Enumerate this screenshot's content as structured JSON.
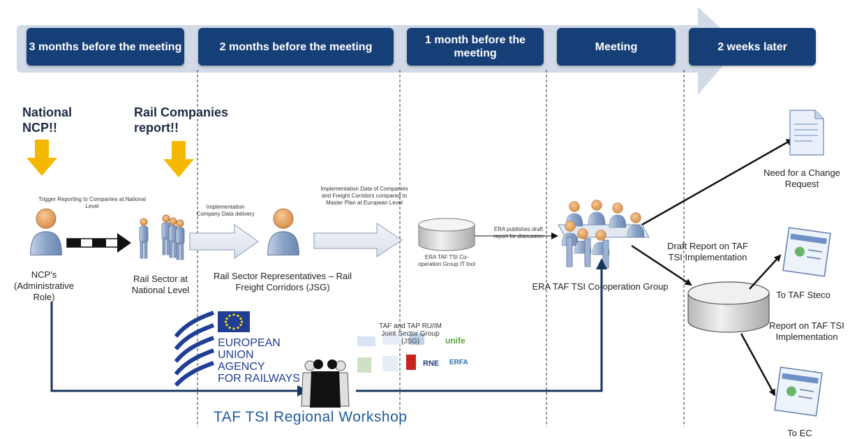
{
  "phases": [
    {
      "label": "3 months before the meeting"
    },
    {
      "label": "2 months before the meeting"
    },
    {
      "label": "1 month before the meeting"
    },
    {
      "label": "Meeting"
    },
    {
      "label": "2 weeks later"
    }
  ],
  "callouts": {
    "national_ncp": "National NCP!!",
    "rail_companies": "Rail Companies report!!"
  },
  "notes": {
    "trigger": "Trigger Reporting to Companies at National Level",
    "implementation_company": "Implementation Company Data delivery",
    "implementation_data": "Implementation Data of Companies and Freight Corridors compared to Master Plan at European Level",
    "era_publishes": "ERA publishes draft report for discussion",
    "era_tool": "ERA TAF TSI Co-operation Group IT tool",
    "joint_group": "TAF and TAP RU/IM Joint Sector Group (JSG)"
  },
  "actors": {
    "ncps": "NCP's (Administrative Role)",
    "rail_sector_national": "Rail Sector at National Level",
    "rail_sector_reps": "Rail Sector Representatives – Rail Freight Corridors (JSG)",
    "era_group": "ERA TAF TSI Co-operation Group"
  },
  "outputs": {
    "change_request": "Need for a Change Request",
    "draft_report": "Draft Report on TAF TSI Implementation",
    "to_taf_steco": "To TAF Steco",
    "report_final": "Report on TAF TSI Implementation",
    "to_ec": "To EC"
  },
  "logo": {
    "line1": "EUROPEAN",
    "line2": "UNION",
    "line3": "AGENCY",
    "line4": "FOR RAILWAYS"
  },
  "workshop_title": "TAF TSI Regional Workshop",
  "colors": {
    "phase_bg": "#163f78",
    "timeline_arrow": "#c9d3e2",
    "yellow_arrow": "#f5b800",
    "person_blue": "#9fb4d4",
    "person_skin": "#e8a76a",
    "eu_blue": "#1f3e94",
    "eu_yellow": "#ffdd00"
  }
}
